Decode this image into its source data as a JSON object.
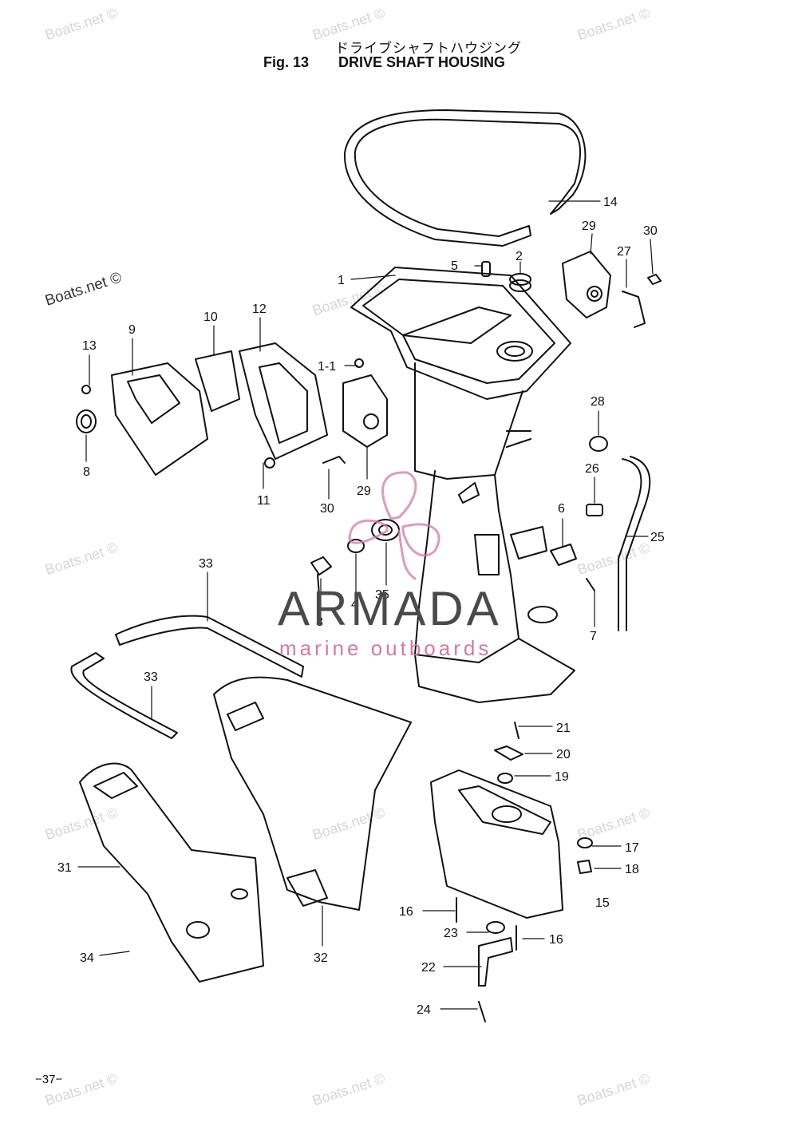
{
  "header": {
    "title_jp": "ドライブシャフトハウジング",
    "fig_label": "Fig. 13",
    "title": "DRIVE SHAFT HOUSING"
  },
  "footer": {
    "page_number": "−37−"
  },
  "watermark": {
    "site": "Boats.net ©",
    "brand": "ARMADA",
    "brand_sub": "marine outboards",
    "brand_colors": {
      "text": "#4a4a4a",
      "accent": "#d37aa4"
    }
  },
  "callouts": [
    "1",
    "1-1",
    "2",
    "3",
    "4",
    "5",
    "6",
    "7",
    "8",
    "9",
    "10",
    "11",
    "12",
    "13",
    "14",
    "15",
    "16",
    "16",
    "17",
    "18",
    "19",
    "20",
    "21",
    "22",
    "23",
    "24",
    "25",
    "26",
    "27",
    "28",
    "29",
    "29",
    "30",
    "30",
    "31",
    "32",
    "33",
    "33",
    "34",
    "35"
  ]
}
